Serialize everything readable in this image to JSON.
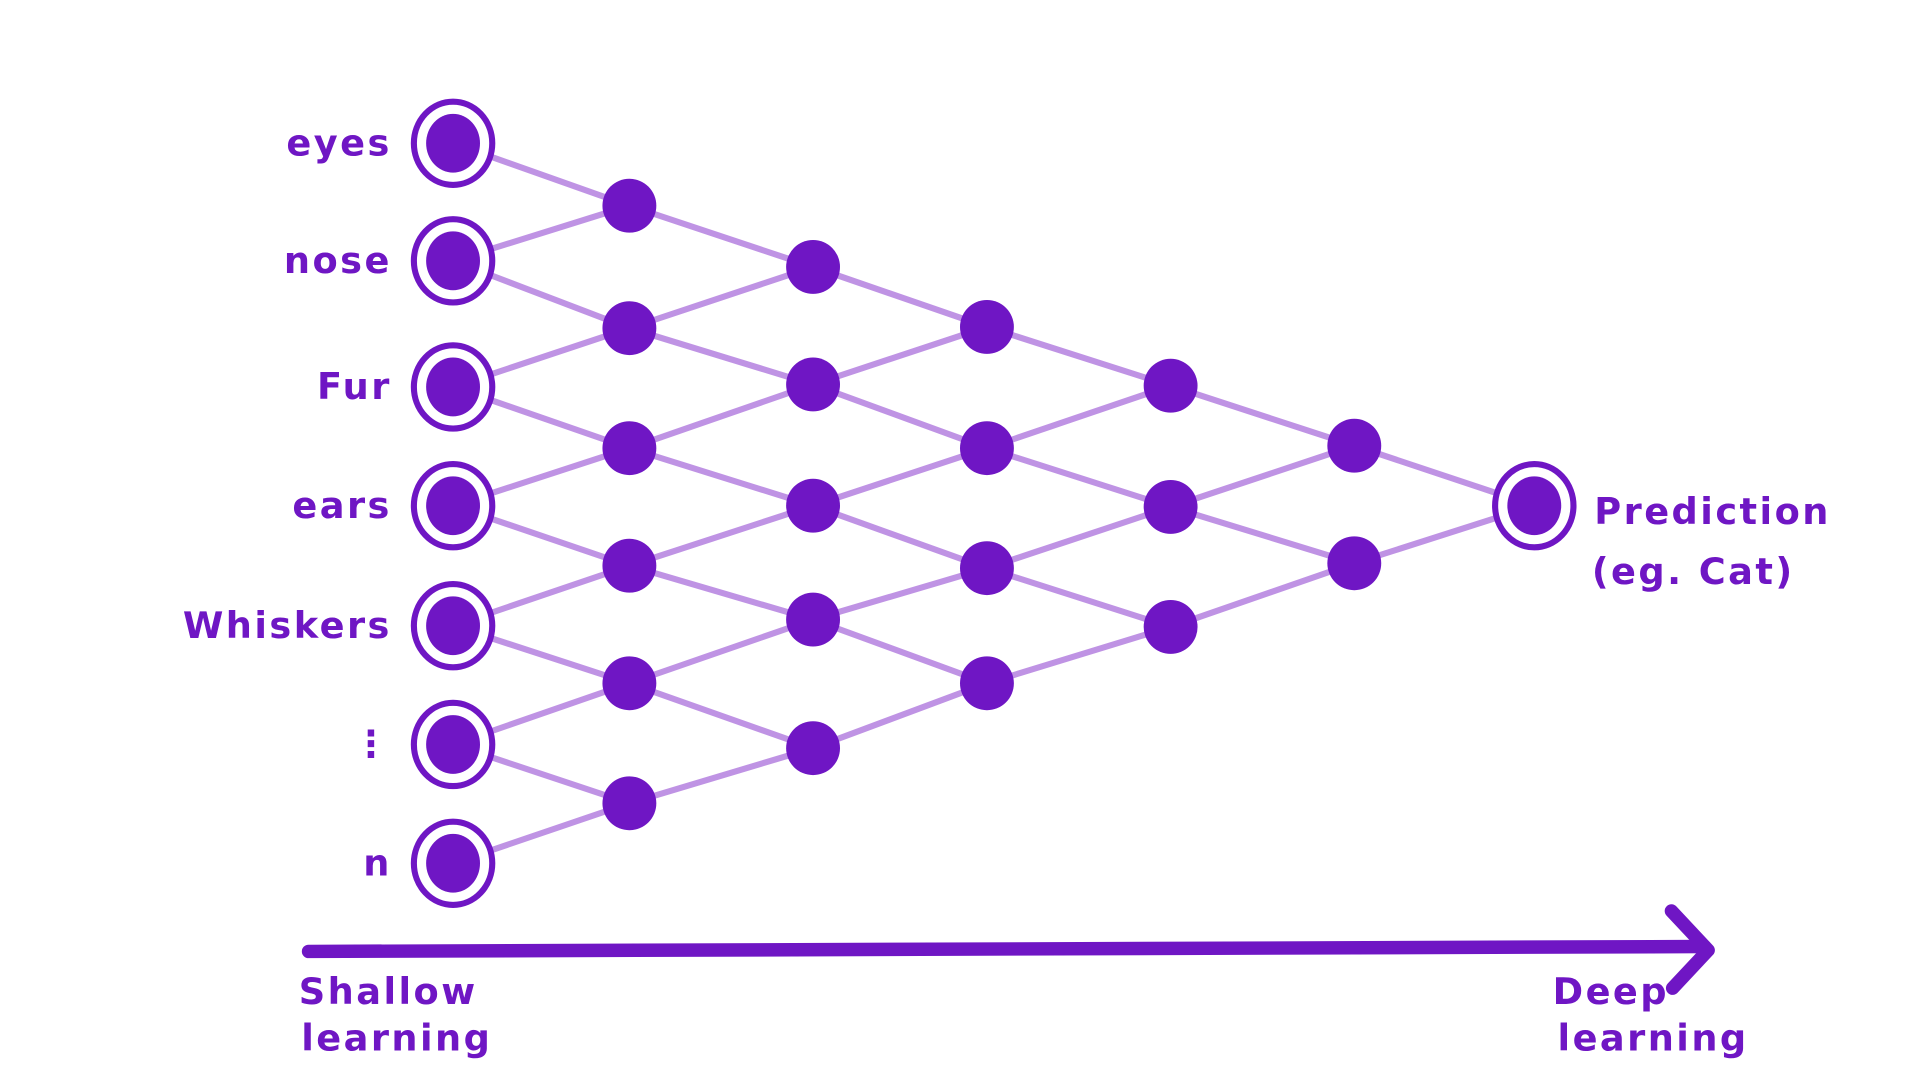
{
  "colors": {
    "node": "#6f16c4",
    "edge": "#bf93e4",
    "text": "#6f16c4"
  },
  "inputs": [
    "eyes",
    "nose",
    "Fur",
    "ears",
    "Whiskers",
    "⋮",
    "n"
  ],
  "output": {
    "line1": "Prediction",
    "line2": "(eg. Cat)"
  },
  "axis": {
    "start_line1": "Shallow",
    "start_line2": "learning",
    "end_line1": "Deep",
    "end_line2": "learning"
  }
}
